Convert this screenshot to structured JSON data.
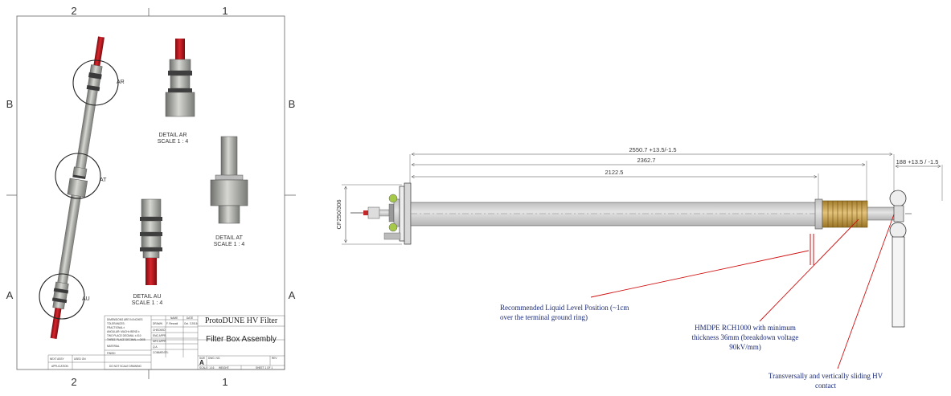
{
  "drawing_sheet": {
    "zones_top": [
      "2",
      "1"
    ],
    "zones_bottom": [
      "2",
      "1"
    ],
    "zones_left": [
      "B",
      "A"
    ],
    "zones_right": [
      "B",
      "A"
    ],
    "detail_labels": [
      {
        "id": "AR",
        "caption": "DETAIL AR",
        "scale": "SCALE 1 : 4"
      },
      {
        "id": "AT",
        "caption": "DETAIL AT",
        "scale": "SCALE 1 : 4"
      },
      {
        "id": "AU",
        "caption": "DETAIL AU",
        "scale": "SCALE 1 : 4"
      }
    ],
    "title_block": {
      "project": "ProtoDUNE HV Filter",
      "title": "Filter Box Assembly",
      "size": "A",
      "notes": [
        "DIMENSIONS ARE IN INCHES",
        "TOLERANCES:",
        "FRACTIONAL±",
        "ANGULAR: MACH±   BEND ±",
        "TWO PLACE DECIMAL   ±.010",
        "THREE PLACE DECIMAL   ±.0005"
      ],
      "material_label": "MATERIAL",
      "finish_label": "FINISH",
      "next_assy": "NEXT ASSY",
      "used_on": "USED ON",
      "application": "APPLICATION",
      "do_not_scale": "DO NOT SCALE DRAWING",
      "name_col": "NAME",
      "date_col": "DATE",
      "drawn_row": "DRAWN",
      "drawn_name": "F. Resnati",
      "drawn_date": "Oct. 3 2016",
      "checked_row": "CHECKED",
      "eng_appr_row": "ENG APPR.",
      "mfg_appr_row": "MFG APPR.",
      "qa_row": "Q.A.",
      "comments_row": "COMMENTS:",
      "size_label": "SIZE",
      "dwg_no_label": "DWG.  NO.",
      "rev_label": "REV",
      "scale_label": "SCALE: 1:16",
      "weight_label": "WEIGHT:",
      "sheet_label": "SHEET 1 OF 1"
    }
  },
  "annotated_drawing": {
    "dimensions": [
      "2550.7 +13.5/-1.5",
      "2362.7",
      "2122.5",
      "188 +13.5 / -1.5",
      "CF250/306"
    ],
    "notes": [
      {
        "lines": [
          "Recommended Liquid Level Position (~1cm",
          "over the terminal ground ring)"
        ]
      },
      {
        "lines": [
          "HMDPE RCH1000 with minimum",
          "thickness 36mm (breakdown voltage",
          "90kV/mm)"
        ]
      },
      {
        "lines": [
          "Transversally and vertically sliding HV",
          "contact"
        ]
      }
    ]
  },
  "colors": {
    "note_text": "#1a2a78",
    "leader_red": "#d01010",
    "rod_red": "#b8141b",
    "steel": "#a9aba6",
    "insulator_gold": "#c9a24a"
  }
}
